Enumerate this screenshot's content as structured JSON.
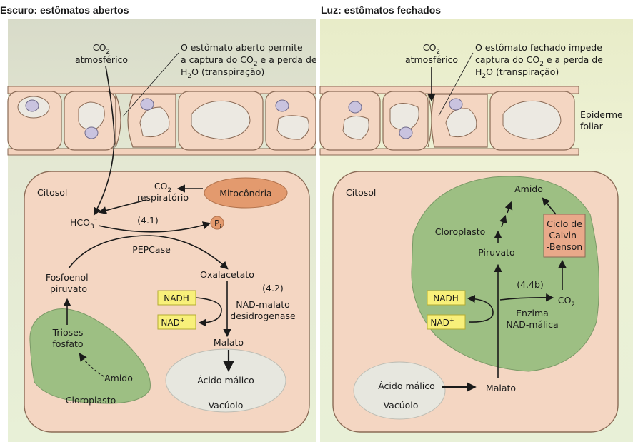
{
  "left": {
    "title": "Escuro: estômatos abertos",
    "co2_main": "CO",
    "co2_sub": "2",
    "co2_line2": "atmosférico",
    "note_l1a": "O estômato aberto permite",
    "note_l2a": "a captura do CO",
    "note_l2sub": "2",
    "note_l2b": " e a perda de",
    "note_l3a": "H",
    "note_l3sub": "2",
    "note_l3b": "O (transpiração)",
    "citosol": "Citosol",
    "co2r_main": "CO",
    "co2r_sub": "2",
    "co2r_line2": "respiratório",
    "mito": "Mitocôndria",
    "hco3_main": "HCO",
    "hco3_sub": "3",
    "hco3_sup": "–",
    "step41": "(4.1)",
    "pi_main": "P",
    "pi_sub": "i",
    "pepcase": "PEPCase",
    "fosfo1": "Fosfoenol-",
    "fosfo2": "piruvato",
    "oxal": "Oxalacetato",
    "step42": "(4.2)",
    "nadh": "NADH",
    "nadp_main": "NAD",
    "nadp_sup": "+",
    "enz1": "NAD-malato",
    "enz2": "desidrogenase",
    "trioses1": "Trioses",
    "trioses2": "fosfato",
    "malato": "Malato",
    "amido": "Amido",
    "acido": "Ácido málico",
    "cloro": "Cloroplasto",
    "vacuolo": "Vacúolo"
  },
  "right": {
    "title": "Luz: estômatos fechados",
    "co2_main": "CO",
    "co2_sub": "2",
    "co2_line2": "atmosférico",
    "note_l1a": "O estômato fechado impede",
    "note_l2a": "captura do CO",
    "note_l2sub": "2",
    "note_l2b": " e a perda de",
    "note_l3a": "H",
    "note_l3sub": "2",
    "note_l3b": "O (transpiração)",
    "epi1": "Epiderme",
    "epi2": "foliar",
    "citosol": "Citosol",
    "amido": "Amido",
    "cloro": "Cloroplasto",
    "ciclo1": "Ciclo de",
    "ciclo2": "Calvin-",
    "ciclo3": "-Benson",
    "piruvato": "Piruvato",
    "step44b": "(4.4b)",
    "nadh": "NADH",
    "co2_out_main": "CO",
    "co2_out_sub": "2",
    "nadp_main": "NAD",
    "nadp_sup": "+",
    "enz1": "Enzima",
    "enz2": "NAD-málica",
    "acido": "Ácido málico",
    "malato": "Malato",
    "vacuolo": "Vacúolo"
  },
  "colors": {
    "bg_top": "#d9dccb",
    "bg_bottom": "#e7efd6",
    "cell": "#f4d6c2",
    "cell_stroke": "#8a6a55",
    "chloroplast": "#9dbf83",
    "mitochondria": "#e39a6e",
    "vacuole": "#e7e7df",
    "nad_box": "#f8f07a",
    "calvin_box": "#e9a98a",
    "nucleus": "#c9c3df"
  }
}
